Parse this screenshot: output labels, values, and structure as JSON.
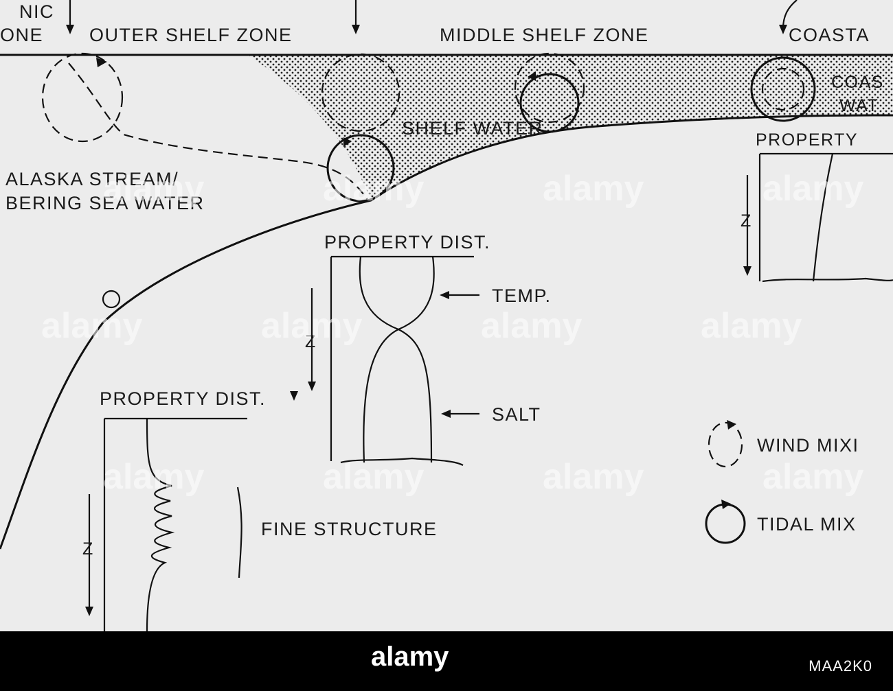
{
  "labels": {
    "top_left_line1": "NIC",
    "top_left_line2": "ONE",
    "outer_shelf": "OUTER SHELF ZONE",
    "middle_shelf": "MIDDLE SHELF ZONE",
    "coastal_zone": "COASTA",
    "coastal_water_1": "COAS",
    "coastal_water_2": "WAT",
    "shelf_water": "SHELF WATER",
    "alaska_1": "ALASKA STREAM/",
    "alaska_2": "BERING SEA WATER",
    "prop_dist_mid": "PROPERTY DIST.",
    "prop_dist_left": "PROPERTY DIST.",
    "prop_dist_right": "PROPERTY",
    "temp": "TEMP.",
    "salt": "SALT",
    "fine_structure": "FINE STRUCTURE",
    "z_axis": "Z",
    "wind_mixing": "WIND MIXI",
    "tidal_mixing": "TIDAL MIX"
  },
  "watermark": {
    "brand": "alamy",
    "image_code": "MAA2K0"
  },
  "colors": {
    "background": "#ececec",
    "ink": "#111111",
    "footer": "#000000",
    "watermark": "#ffffff"
  }
}
